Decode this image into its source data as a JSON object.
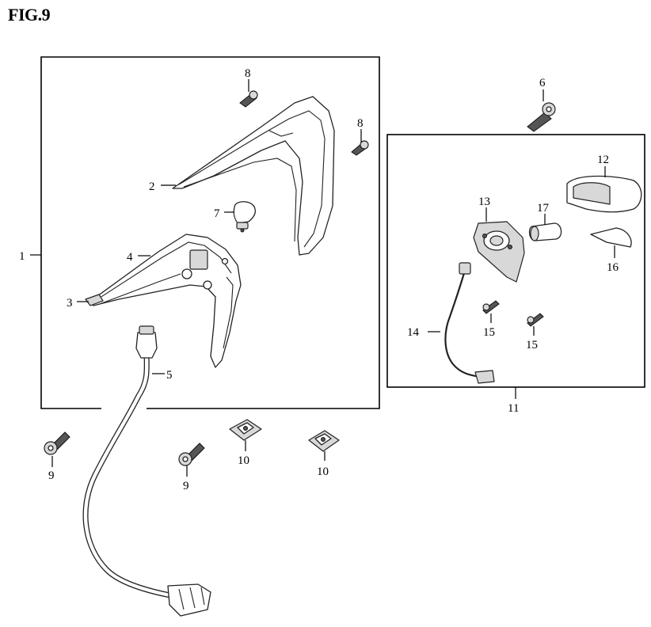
{
  "figure": {
    "title": "FIG.9"
  },
  "callouts": {
    "c1": "1",
    "c2": "2",
    "c3": "3",
    "c4": "4",
    "c5": "5",
    "c6": "6",
    "c7": "7",
    "c8a": "8",
    "c8b": "8",
    "c9a": "9",
    "c9b": "9",
    "c10a": "10",
    "c10b": "10",
    "c11": "11",
    "c12": "12",
    "c13": "13",
    "c14": "14",
    "c15a": "15",
    "c15b": "15",
    "c16": "16",
    "c17": "17"
  }
}
